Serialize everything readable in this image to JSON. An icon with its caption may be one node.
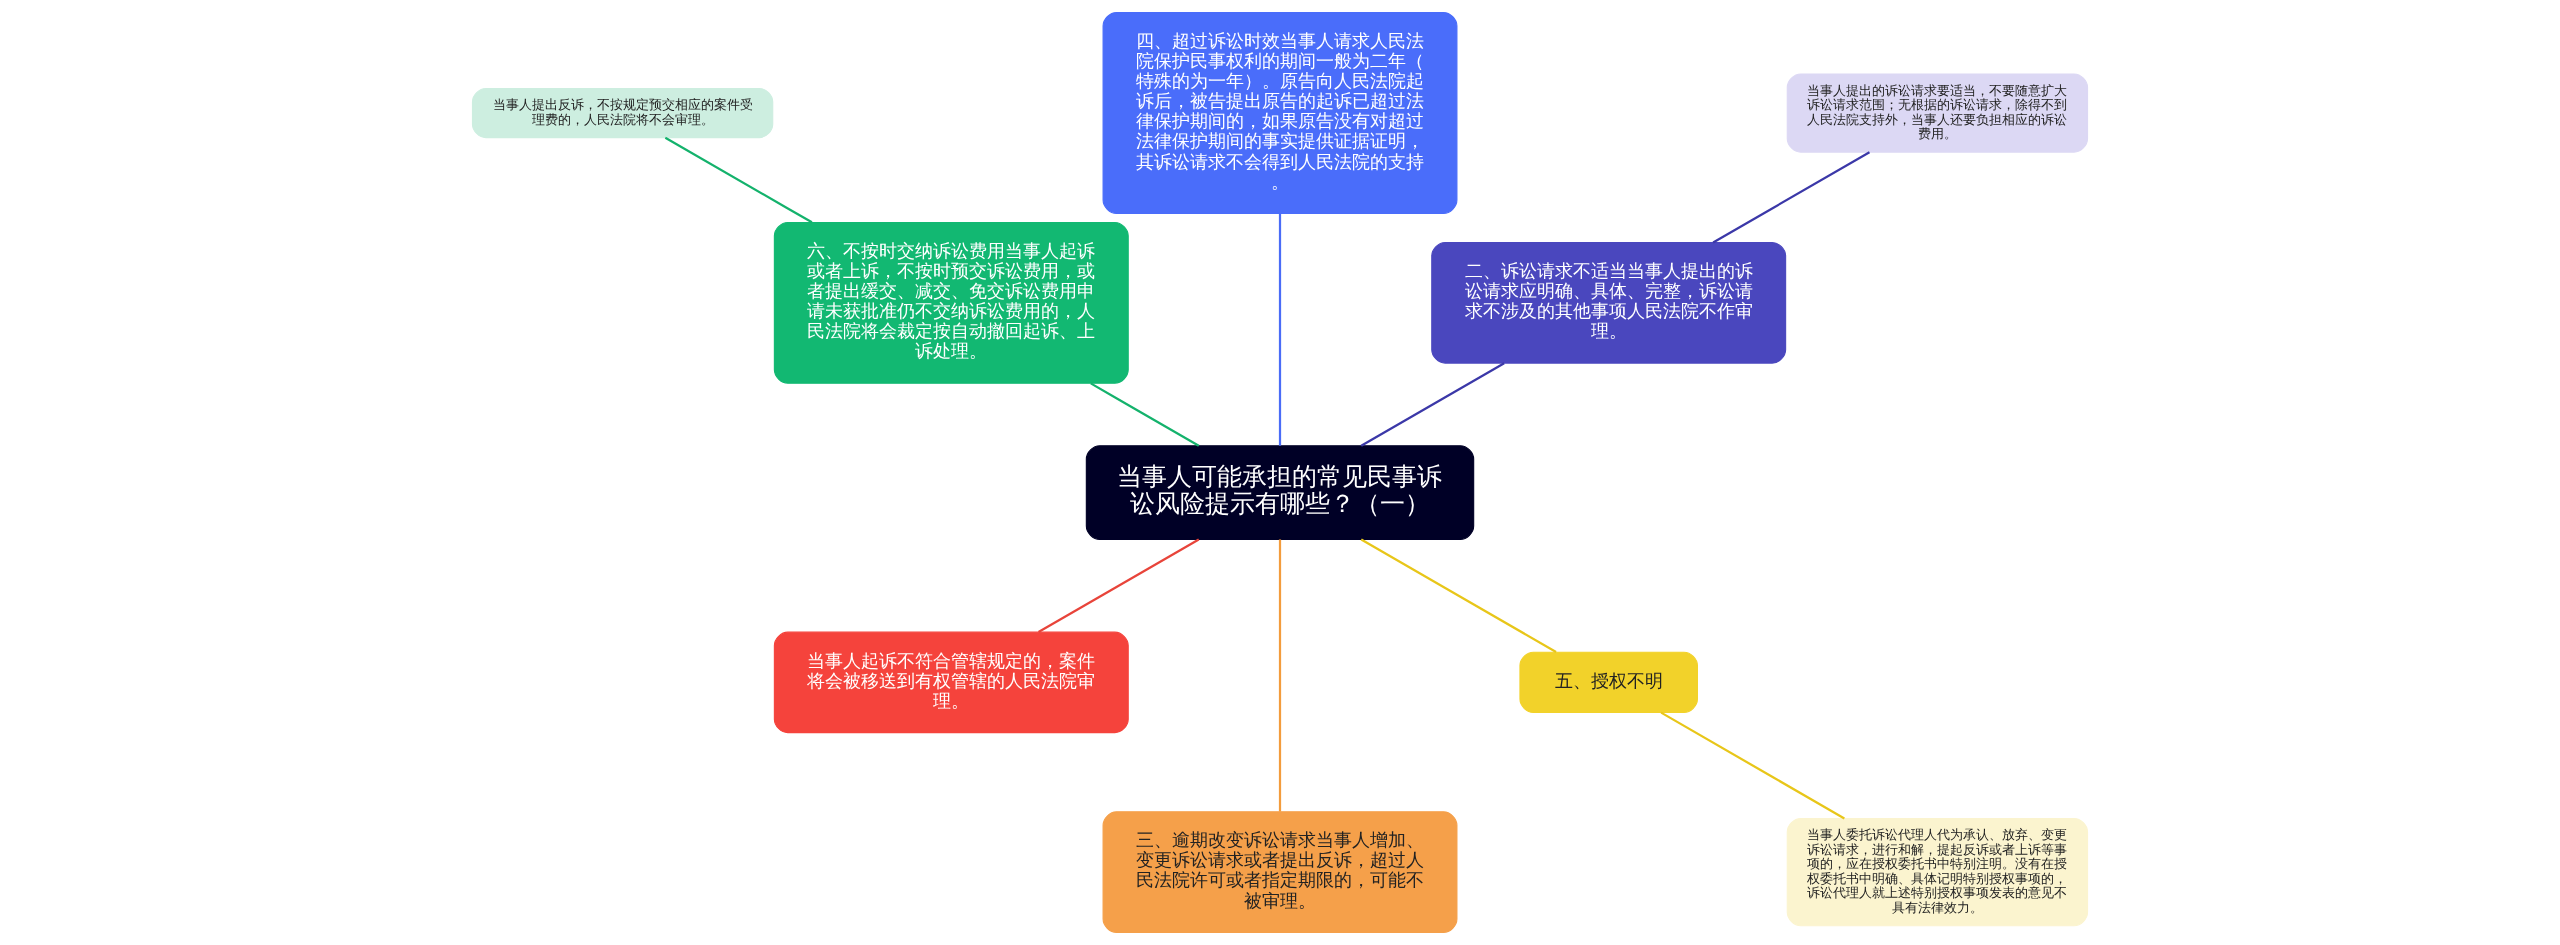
{
  "diagram": {
    "nodes": [
      {
        "text": [
          "当事人可能承担的常见民事诉讼风险提示有哪些？（一）"
        ]
      },
      {
        "text": [
          "二、诉讼请求不适当当事人提出的诉讼请求应明确、具体、完整，诉讼请求不涉及的其他事项人民法院不作审理。"
        ]
      },
      {
        "text": [
          "当事人提出的诉讼请求要适当，不要随意扩大诉讼请求范围；无根据的诉讼请求，除得不到人民法院支持外，当事人还要负担相应的诉讼费用。"
        ]
      },
      {
        "text": [
          "四、超过诉讼时效当事人请求人民法院保护民事权利的期间一般为二年（特殊的为一年）。原告向人民法院起诉后，被告提出原告的起诉已超过法律保护期间的，如果原告没有对超过法律保护期间的事实提供证据证明，其诉讼请求不会得到人民法院的支持。"
        ]
      },
      {
        "text": [
          "六、不按时交纳诉讼费用当事人起诉或者上诉，不按时预交诉讼费用，或者提出缓交、减交、免交诉讼费用申请未获批准仍不交纳诉讼费用的，人民法院将会裁定按自动撤回起诉、上诉处理。"
        ]
      },
      {
        "text": [
          "当事人提出反诉，不按规定预交相应的案件受理费的，人民法院将不会审理。"
        ]
      },
      {
        "text": [
          "当事人起诉不符合管辖规定的，案件将会被移送到有权管辖的人民法院审理。"
        ]
      },
      {
        "text": [
          "三、逾期改变诉讼请求当事人增加、变更诉讼请求或者提出反诉，超过人民法院许可或者指定期限的，可能不被审理。"
        ]
      },
      {
        "text": [
          "五、授权不明"
        ]
      },
      {
        "text": [
          "当事人委托诉讼代理人代为承认、放弃、变更诉讼请求，进行和解，提起反诉或者上诉等事项的，应在授权委托书中特别注明。没有在授权委托书中明确、具体记明特别授权事项的，诉讼代理人就上述特别授权事项发表的意见不具有法律效力。"
        ]
      }
    ],
    "edges": [
      {
        "from": 0,
        "to": 1,
        "arrow": "none",
        "color": "#3b38a8"
      },
      {
        "from": 1,
        "to": 2,
        "arrow": "none",
        "color": "#3b38a8"
      },
      {
        "from": 0,
        "to": 3,
        "arrow": "none",
        "color": "#4a6cf7"
      },
      {
        "from": 0,
        "to": 4,
        "arrow": "none",
        "color": "#14b26c"
      },
      {
        "from": 4,
        "to": 5,
        "arrow": "none",
        "color": "#14b26c"
      },
      {
        "from": 0,
        "to": 6,
        "arrow": "none",
        "color": "#e8443a"
      },
      {
        "from": 0,
        "to": 7,
        "arrow": "none",
        "color": "#f39c3c"
      },
      {
        "from": 0,
        "to": 8,
        "arrow": "none",
        "color": "#e8c619"
      },
      {
        "from": 8,
        "to": 9,
        "arrow": "none",
        "color": "#e8c619"
      }
    ]
  }
}
